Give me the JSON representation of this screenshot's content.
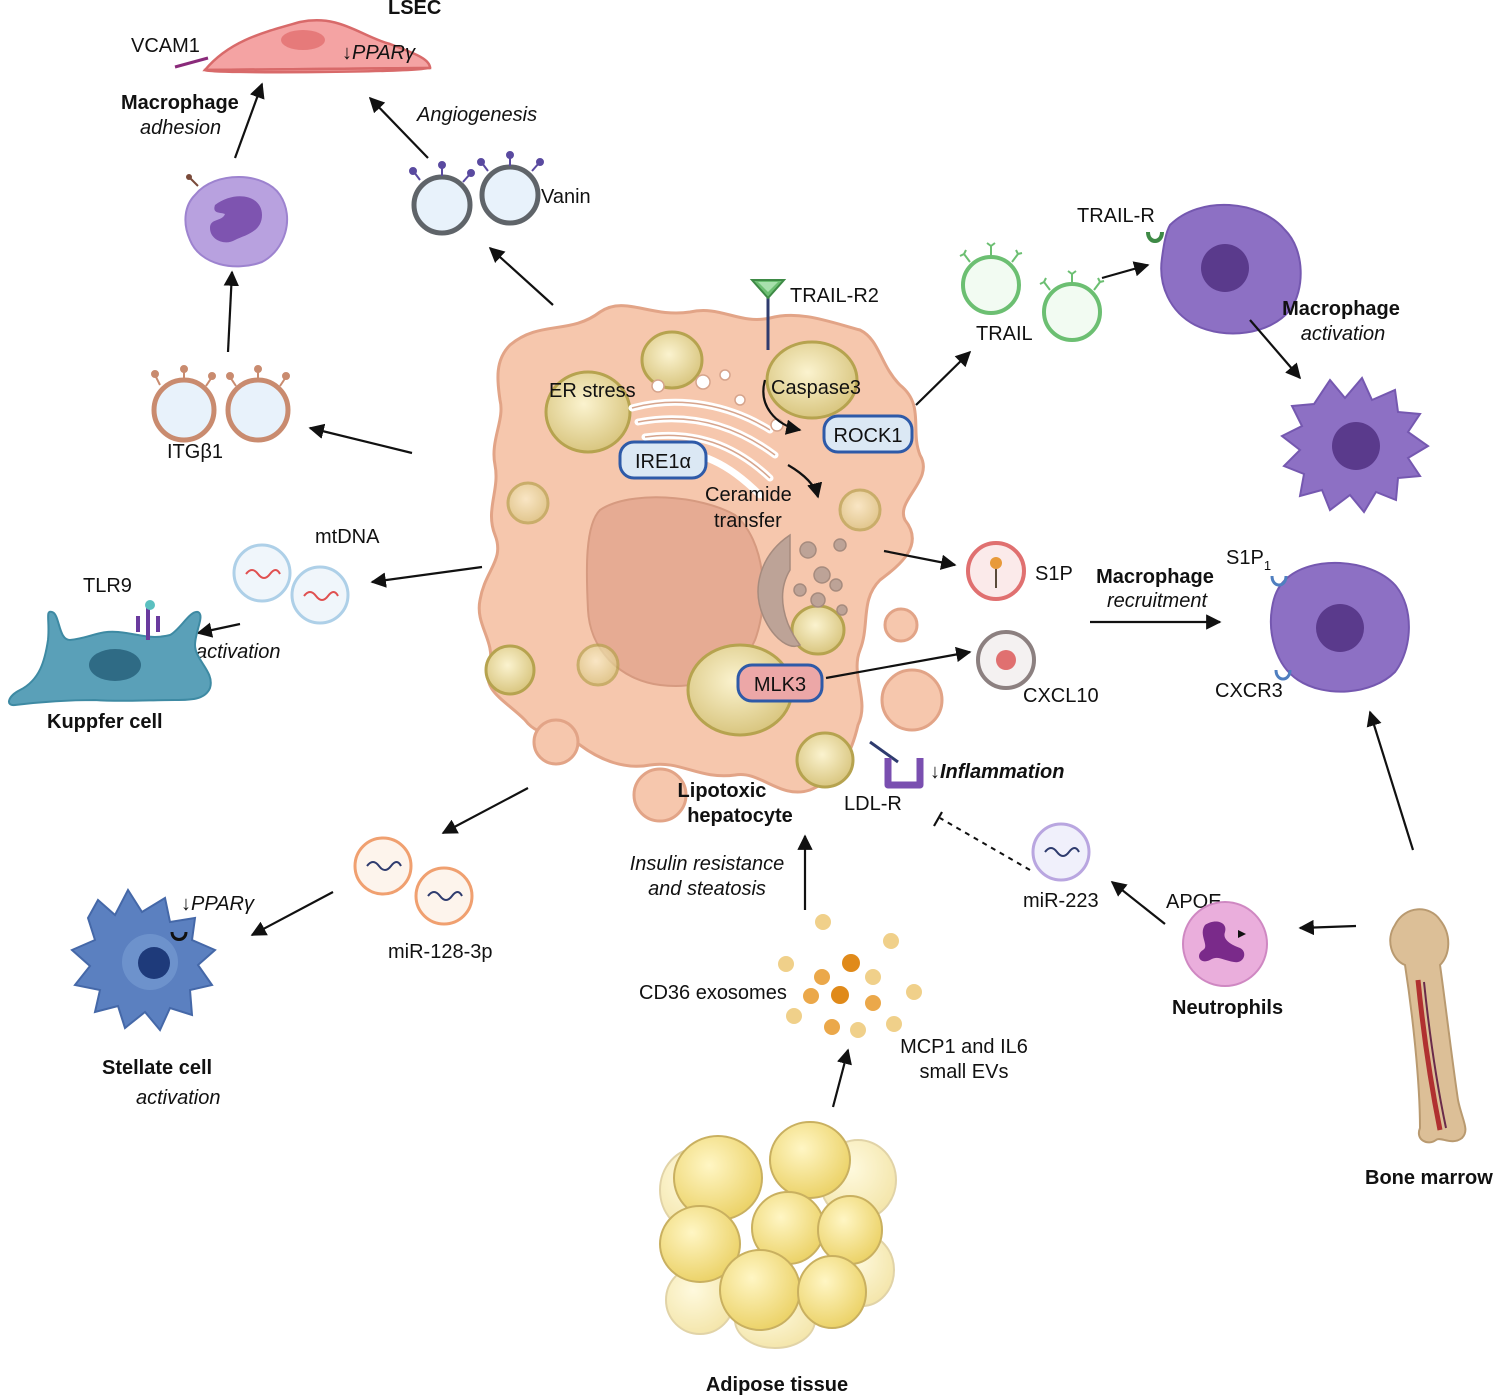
{
  "labels": {
    "lsec": "LSEC",
    "vcam1": "VCAM1",
    "ppar_lsec": "↓PPARγ",
    "macrophage_adhesion_1": "Macrophage",
    "macrophage_adhesion_2": "adhesion",
    "angiogenesis": "Angiogenesis",
    "vanin": "Vanin",
    "trail_r2": "TRAIL-R2",
    "trail_r": "TRAIL-R",
    "trail": "TRAIL",
    "macrophage_activation_1": "Macrophage",
    "macrophage_activation_2": "activation",
    "er_stress": "ER stress",
    "caspase3": "Caspase3",
    "rock1": "ROCK1",
    "ire1a": "IRE1α",
    "ceramide_1": "Ceramide",
    "ceramide_2": "transfer",
    "itgb1": "ITGβ1",
    "mtdna": "mtDNA",
    "tlr9": "TLR9",
    "kupffer_activation": "activation",
    "kupffer_cell": "Kuppfer cell",
    "s1p": "S1P",
    "macrophage_recruitment_1": "Macrophage",
    "macrophage_recruitment_2": "recruitment",
    "s1p1": "S1P",
    "s1p1_sub": "1",
    "cxcr3": "CXCR3",
    "mlk3": "MLK3",
    "cxcl10": "CXCL10",
    "inflammation": "↓Inflammation",
    "ldlr": "LDL-R",
    "lipotoxic_1": "Lipotoxic",
    "lipotoxic_2": "hepatocyte",
    "mir223": "miR-223",
    "apoe": "APOE",
    "neutrophils": "Neutrophils",
    "ppar_stellate": "↓PPARγ",
    "mir128": "miR-128-3p",
    "stellate_1": "Stellate cell",
    "stellate_2": "activation",
    "insulin_1": "Insulin resistance",
    "insulin_2": "and steatosis",
    "cd36": "CD36 exosomes",
    "mcp1_1": "MCP1 and IL6",
    "mcp1_2": "small EVs",
    "bone_marrow": "Bone marrow",
    "adipose": "Adipose tissue"
  },
  "colors": {
    "hepatocyte": "#f6c7ad",
    "hepatocyte_stroke": "#e2a487",
    "lipid": "#ecdca0",
    "lipid_stroke": "#b6a34f",
    "macrophage": "#8d70c4",
    "kupffer": "#5aa0b8",
    "stellate": "#5b80c0",
    "lsec": "#f08b8b",
    "trail_green": "#6cbf72",
    "itg_brown": "#c98b6f",
    "node_blue": "#2e5aa8",
    "mlk3_pink": "#eca7a7",
    "neutrophil": "#e7a8d8",
    "adipose": "#f5e07f",
    "bone": "#dcbf97"
  },
  "icons": [
    "hepatocyte-cell",
    "lipid-droplet",
    "golgi",
    "lsec-cell",
    "macrophage-cell",
    "kupffer-cell",
    "stellate-cell",
    "neutrophil-cell",
    "bone-marrow",
    "adipose-tissue",
    "vesicle"
  ]
}
